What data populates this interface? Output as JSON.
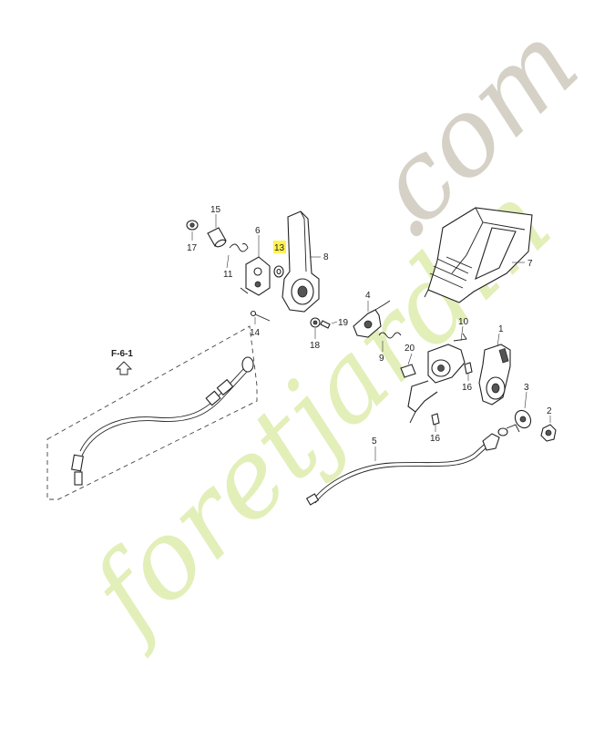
{
  "diagram": {
    "reference_label": "F-6-1",
    "highlight_color": "#fff34d",
    "highlighted_part": "13",
    "watermark": {
      "text_main": "foretjardin",
      "text_dot": ".",
      "text_suffix": "com",
      "main_color": "#e2efb9",
      "suffix_color": "#d6d1c6"
    },
    "callouts": [
      {
        "id": "p1",
        "label": "1"
      },
      {
        "id": "p2",
        "label": "2"
      },
      {
        "id": "p3",
        "label": "3"
      },
      {
        "id": "p4",
        "label": "4"
      },
      {
        "id": "p5",
        "label": "5"
      },
      {
        "id": "p6",
        "label": "6"
      },
      {
        "id": "p7",
        "label": "7"
      },
      {
        "id": "p8",
        "label": "8"
      },
      {
        "id": "p9",
        "label": "9"
      },
      {
        "id": "p10",
        "label": "10"
      },
      {
        "id": "p11",
        "label": "11"
      },
      {
        "id": "p13",
        "label": "13"
      },
      {
        "id": "p14",
        "label": "14"
      },
      {
        "id": "p15",
        "label": "15"
      },
      {
        "id": "p16a",
        "label": "16"
      },
      {
        "id": "p16b",
        "label": "16"
      },
      {
        "id": "p17",
        "label": "17"
      },
      {
        "id": "p18",
        "label": "18"
      },
      {
        "id": "p19",
        "label": "19"
      },
      {
        "id": "p20",
        "label": "20"
      }
    ]
  }
}
